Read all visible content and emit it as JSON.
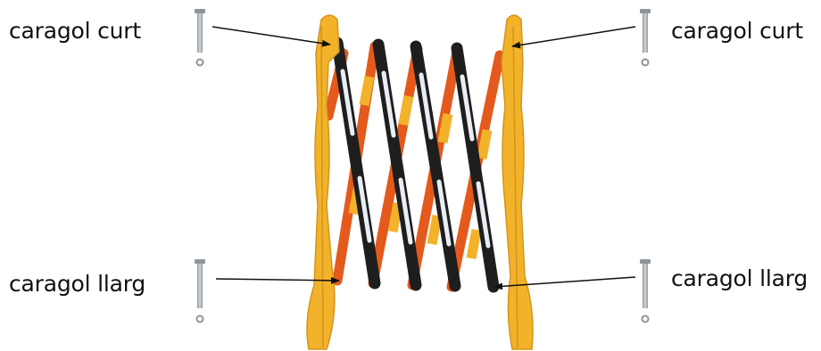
{
  "labels": {
    "top_left": "caragol curt",
    "top_right": "caragol curt",
    "bottom_left": "caragol llarg",
    "bottom_right": "caragol llarg"
  },
  "colors": {
    "barrier_yellow": "#F2B22A",
    "barrier_orange": "#E45A1C",
    "bar_black": "#1E1E1E",
    "reflector_white": "#E8EEF4",
    "bolt_gray": "#A8AEB2",
    "arrow": "#111111"
  }
}
